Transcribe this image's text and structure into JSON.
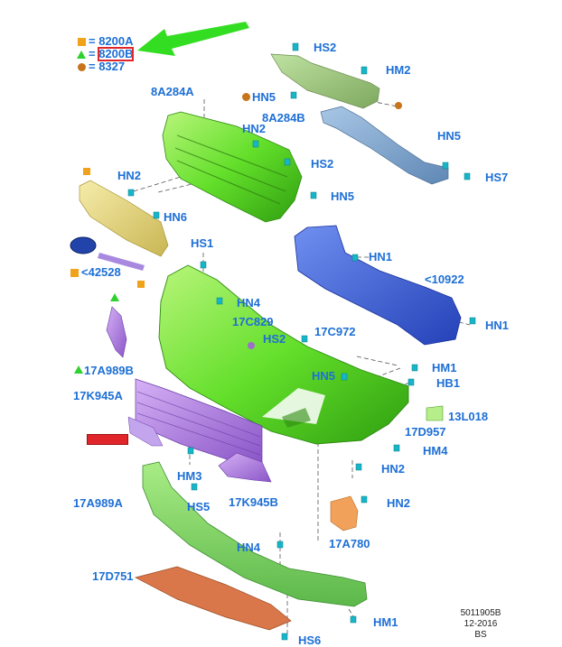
{
  "legend": {
    "items": [
      {
        "shape": "square",
        "color": "#f0a21b",
        "text": "= 8200A"
      },
      {
        "shape": "triangle",
        "color": "#2fd12f",
        "text": "= 8200B"
      },
      {
        "shape": "circle",
        "color": "#c7741b",
        "text": "= 8327"
      }
    ]
  },
  "labels": {
    "hs2_top": "HS2",
    "hm2_top": "HM2",
    "hn5_top": "HN5",
    "a8A284A": "8A284A",
    "a8A284B": "8A284B",
    "hn2_a": "HN2",
    "hs2_mid": "HS2",
    "hn5_mid": "HN5",
    "hs7": "HS7",
    "hn2_b": "HN2",
    "hn6": "HN6",
    "hn5_grille": "HN5",
    "hs1": "HS1",
    "hn1_a": "HN1",
    "p42528": "<42528",
    "p10922": "<10922",
    "hn4_a": "HN4",
    "hn1_b": "HN1",
    "p17C829": "17C829",
    "hs2_low": "HS2",
    "p17C972": "17C972",
    "p17A989B": "17A989B",
    "hm1_a": "HM1",
    "hn5_low": "HN5",
    "hb1": "HB1",
    "p17K945A": "17K945A",
    "p13L018": "13L018",
    "p17D957": "17D957",
    "hm4": "HM4",
    "hn2_c": "HN2",
    "hm3": "HM3",
    "hs5": "HS5",
    "p17K945B": "17K945B",
    "hn2_d": "HN2",
    "p17A989A": "17A989A",
    "p17A780": "17A780",
    "hn4_b": "HN4",
    "p17D751": "17D751",
    "hm1_b": "HM1",
    "hs6": "HS6"
  },
  "reference": {
    "code": "5011905B",
    "date": "12-2016",
    "suffix": "BS"
  },
  "colors": {
    "label_blue": "#1d6fd6",
    "arrow_green": "#33dd22",
    "fastener_cyan": "#16b6c8",
    "part_green": "#6ee630",
    "part_blue": "#3d63e0",
    "part_yellow": "#e8d97a",
    "part_purple": "#b27fe0",
    "part_orange": "#d9774a"
  }
}
